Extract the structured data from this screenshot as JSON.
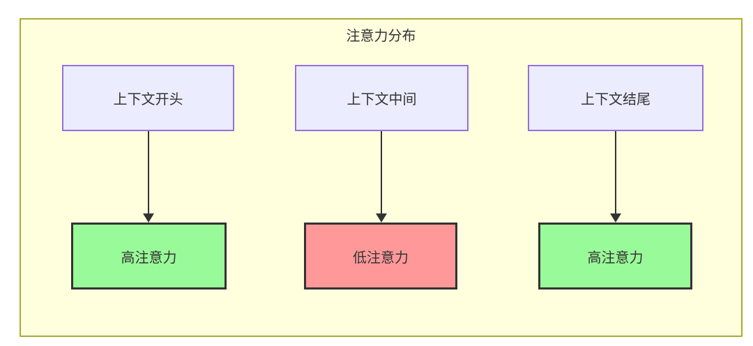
{
  "diagram": {
    "title": "注意力分布",
    "columns": [
      {
        "top_label": "上下文开头",
        "bottom_label": "高注意力",
        "bottom_type": "high"
      },
      {
        "top_label": "上下文中间",
        "bottom_label": "低注意力",
        "bottom_type": "low"
      },
      {
        "top_label": "上下文结尾",
        "bottom_label": "高注意力",
        "bottom_type": "high"
      }
    ],
    "colors": {
      "frame_background": "#ffffde",
      "frame_border": "#aaaa33",
      "top_node_fill": "#ececff",
      "top_node_border": "#9370db",
      "high_attention_fill": "#99fa99",
      "low_attention_fill": "#ff9999",
      "bottom_node_border": "#333333",
      "arrow": "#333333",
      "text": "#333333"
    }
  }
}
